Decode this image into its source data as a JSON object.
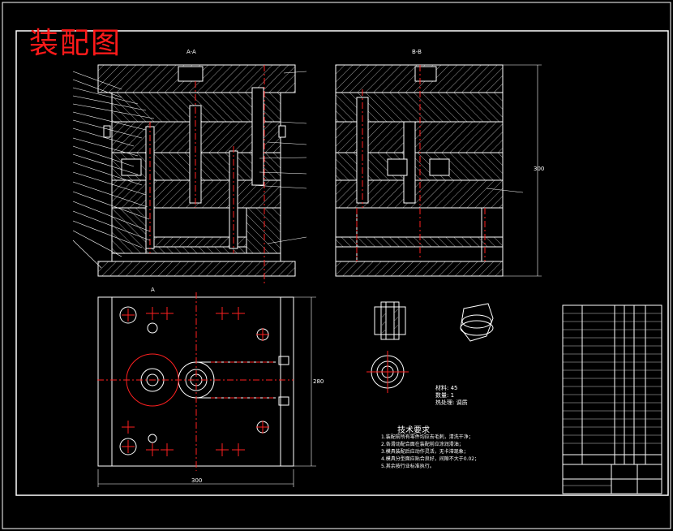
{
  "drawing": {
    "title": "装配图",
    "section_a": "A-A",
    "section_b": "B-B",
    "plan_label": "A",
    "width_dim": "300",
    "height_dim": "280",
    "total_height_dim": "300"
  },
  "part_detail": {
    "spec_lines": [
      "材料: 45",
      "数量: 1",
      "热处理: 调质"
    ]
  },
  "technical_requirements": {
    "title": "技术要求",
    "lines": [
      "1.装配前所有零件均应去毛刺，清洗干净；",
      "2.各滑动配合面在装配前应涂润滑油；",
      "3.模具装配后应动作灵活，无卡滞现象；",
      "4.模具分型面应贴合良好，间隙不大于0.02；",
      "5.其余按行业标准执行。"
    ]
  },
  "colors": {
    "background": "#000000",
    "outline": "#ffffff",
    "centerline": "#ff2020",
    "hatch": "#9a9a9a"
  }
}
